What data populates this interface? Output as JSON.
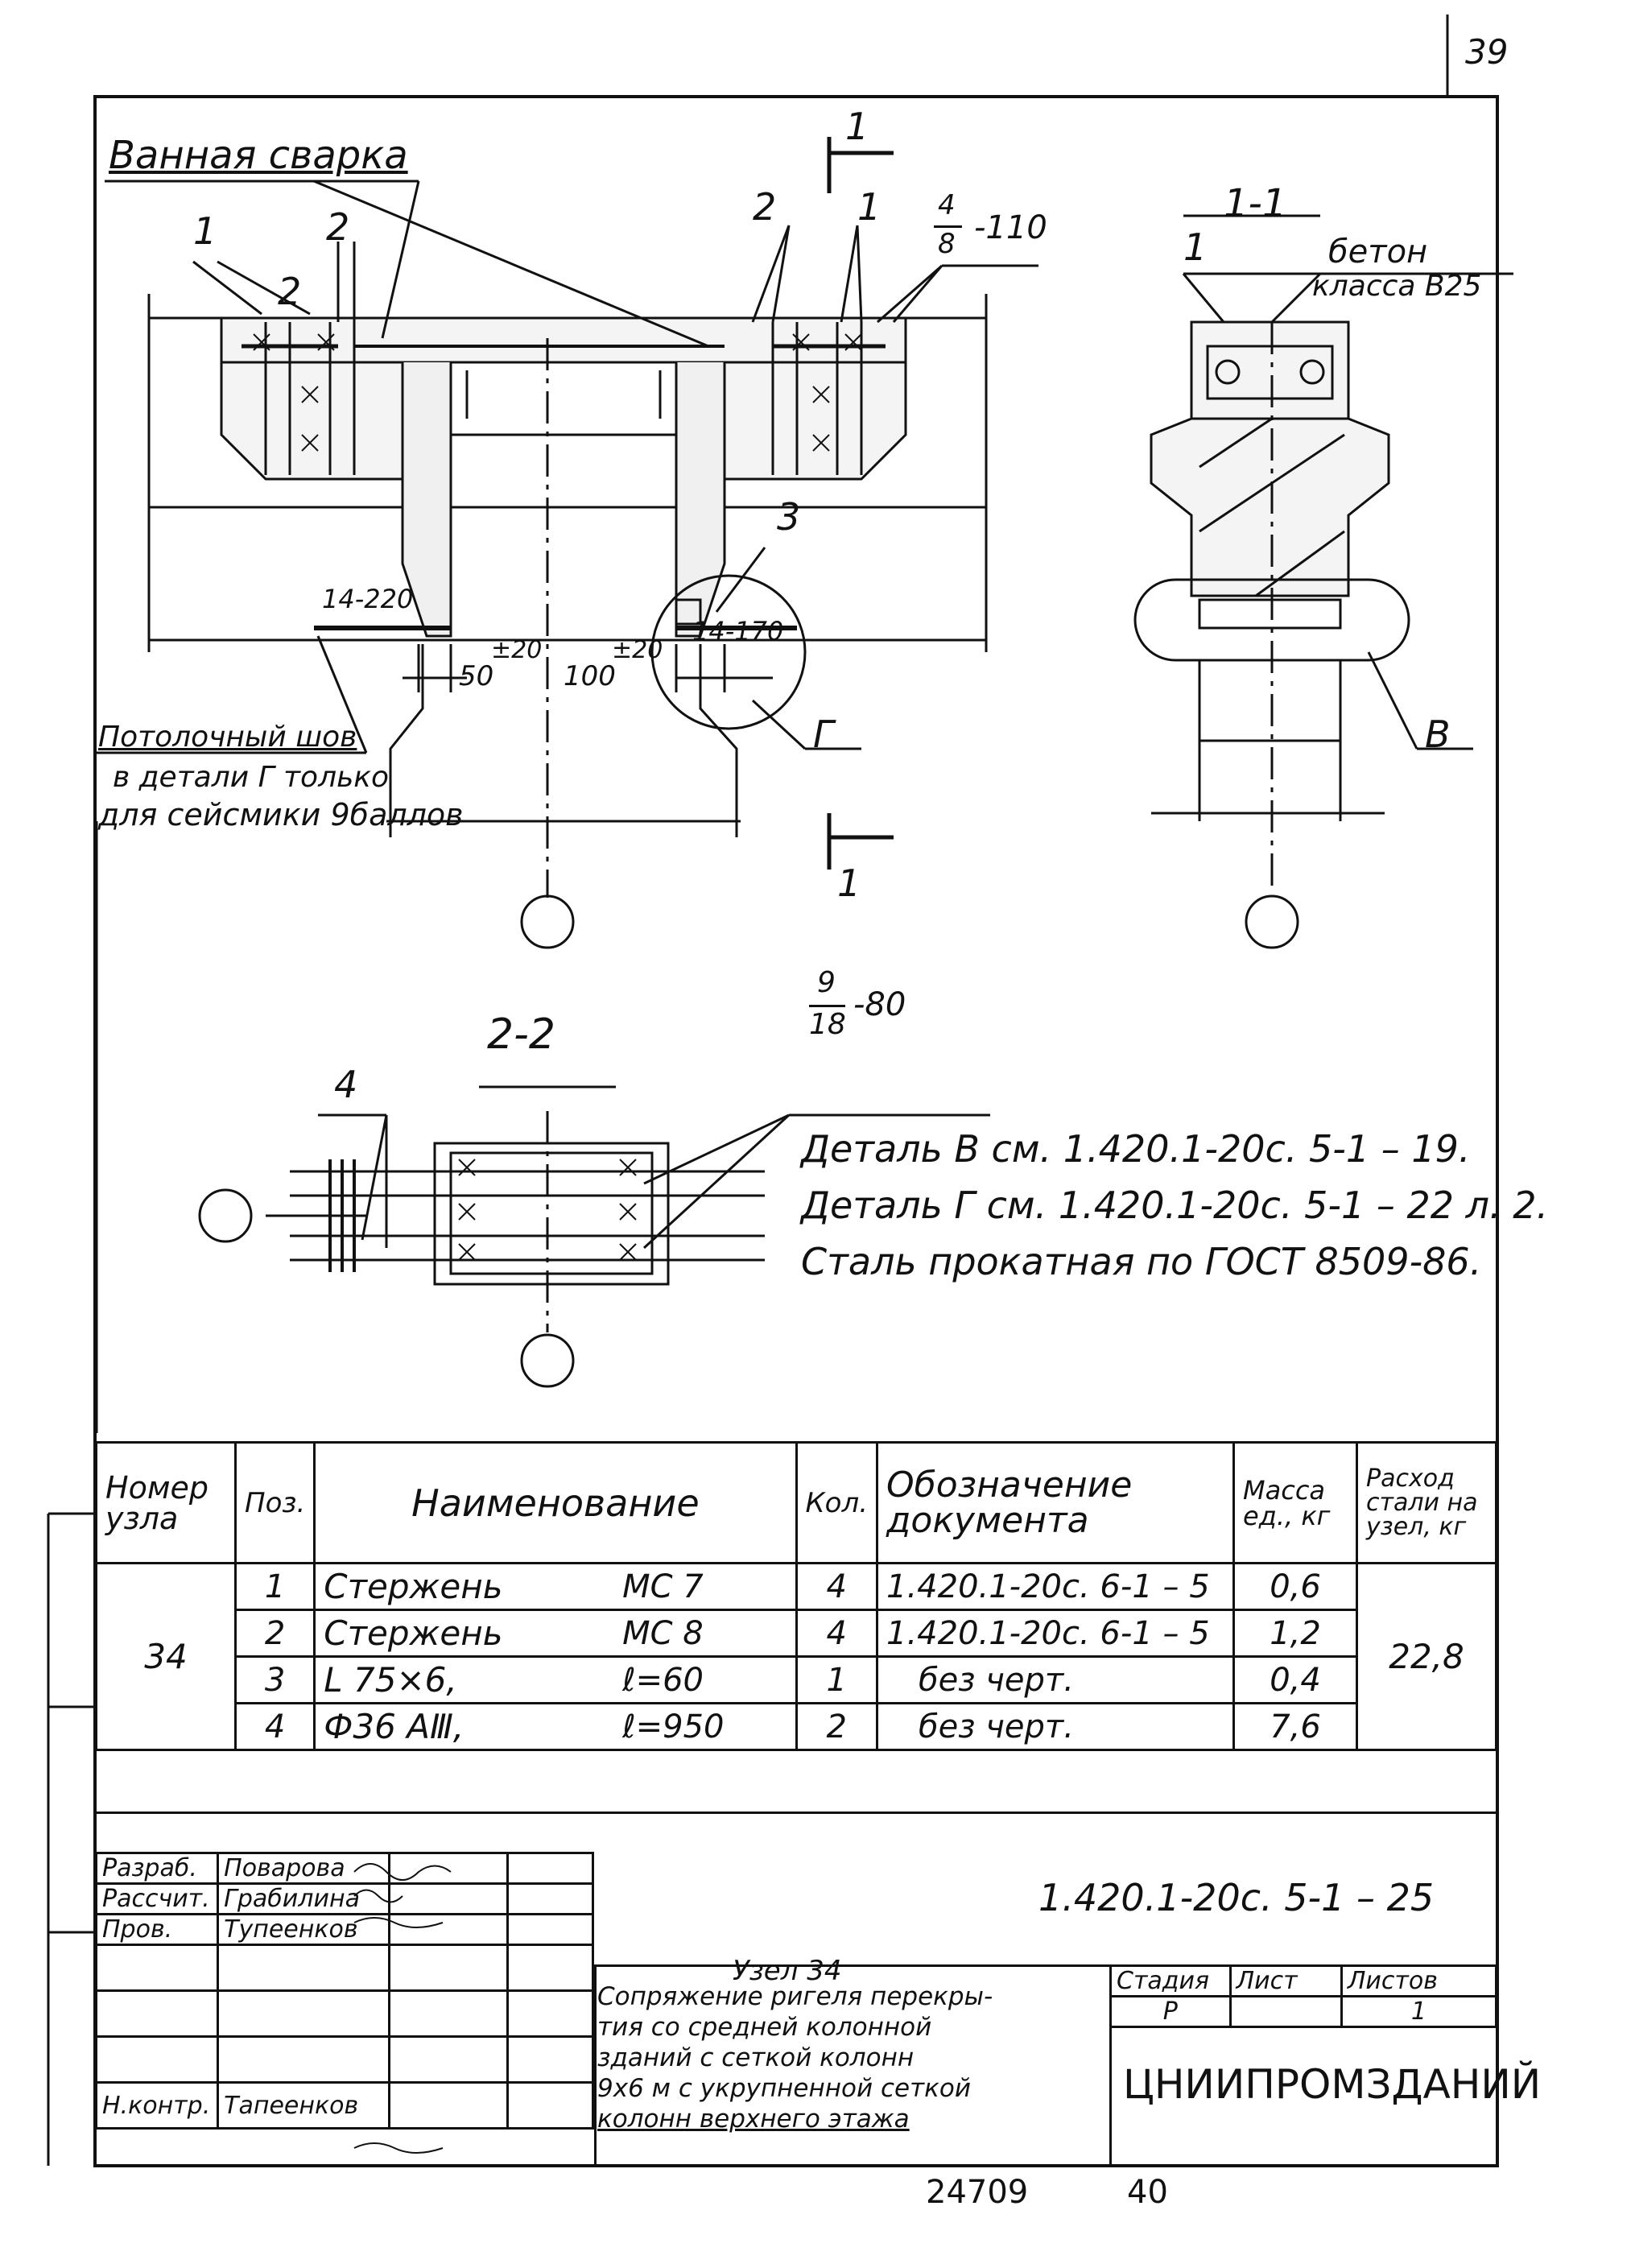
{
  "page_number": "39",
  "drawing_labels": {
    "welding": "Ванная сварка",
    "section_1_1": "1-1",
    "section_2_2": "2-2",
    "concrete_line1": "бетон",
    "concrete_line2": "класса В25",
    "callout_1a": "1",
    "callout_2a": "2",
    "callout_2b": "2",
    "callout_1b": "1",
    "callout_2c": "2",
    "callout_frac_top": "4",
    "callout_frac_bottom": "8",
    "callout_frac_suffix": "-110",
    "callout_1c": "1",
    "callout_3": "3",
    "weld_left": "14-220",
    "weld_right": "14-170",
    "dim_50": "50",
    "dim_50_tol": "±20",
    "dim_100": "100",
    "dim_100_tol": "±20",
    "callout_G": "Г",
    "callout_V": "В",
    "section_mark_top": "1",
    "section_mark_bottom": "1",
    "ceiling_seam": "Потолочный шов",
    "note_line2": "в детали Г только",
    "note_line3": "для сейсмики 9баллов",
    "callout_4": "4",
    "frac2_top": "9",
    "frac2_bottom": "18",
    "frac2_suffix": "-80"
  },
  "notes": [
    "Деталь В см. 1.420.1-20с. 5-1 – 19.",
    "Деталь Г см. 1.420.1-20с. 5-1 – 22 л. 2.",
    "Сталь прокатная по ГОСТ 8509-86."
  ],
  "spec_table": {
    "headers": {
      "node_number": "Номер узла",
      "pos": "Поз.",
      "name": "Наименование",
      "qty": "Кол.",
      "doc": "Обозначение документа",
      "mass": "Масса ед., кг",
      "steel": "Расход стали на узел, кг"
    },
    "node": "34",
    "total": "22,8",
    "rows": [
      {
        "pos": "1",
        "name": "Стержень",
        "mark": "МС 7",
        "qty": "4",
        "doc": "1.420.1-20с. 6-1 – 5",
        "mass": "0,6"
      },
      {
        "pos": "2",
        "name": "Стержень",
        "mark": "МС 8",
        "qty": "4",
        "doc": "1.420.1-20с. 6-1 – 5",
        "mass": "1,2"
      },
      {
        "pos": "3",
        "name": "L 75×6,",
        "mark": "ℓ=60",
        "qty": "1",
        "doc": "без черт.",
        "mass": "0,4"
      },
      {
        "pos": "4",
        "name": "Ф36 АⅢ,",
        "mark": "ℓ=950",
        "qty": "2",
        "doc": "без черт.",
        "mass": "7,6"
      }
    ]
  },
  "title_block": {
    "designation": "1.420.1-20с. 5-1 – 25",
    "roles": [
      {
        "role": "Разраб.",
        "name": "Поварова"
      },
      {
        "role": "Рассчит.",
        "name": "Грабилина"
      },
      {
        "role": "Пров.",
        "name": "Тупеенков"
      },
      {
        "role": "",
        "name": ""
      },
      {
        "role": "",
        "name": ""
      },
      {
        "role": "",
        "name": ""
      },
      {
        "role": "Н.контр.",
        "name": "Тапеенков"
      }
    ],
    "node_title": "Узел 34",
    "description_lines": [
      "Сопряжение ригеля перекры-",
      "тия со средней колонной",
      "зданий с сеткой колонн",
      "9х6 м с укрупненной сеткой",
      "колонн верхнего этажа"
    ],
    "stage_label": "Стадия",
    "sheet_label": "Лист",
    "sheets_label": "Листов",
    "stage": "Р",
    "sheet": "",
    "sheets": "1",
    "organization": "ЦНИИПРОМЗДАНИЙ"
  },
  "footer": {
    "code": "24709",
    "number": "40"
  }
}
